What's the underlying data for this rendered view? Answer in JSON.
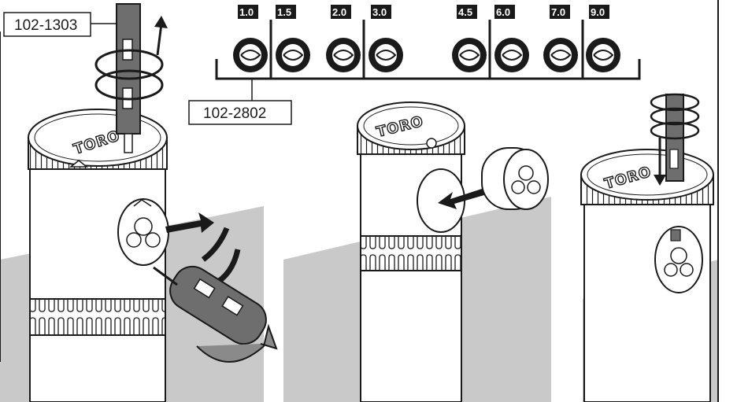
{
  "callouts": {
    "tool_part": "102-1303",
    "nozzle_part": "102-2802"
  },
  "nozzles": [
    {
      "label": "1.0"
    },
    {
      "label": "1.5"
    },
    {
      "label": "2.0"
    },
    {
      "label": "3.0"
    },
    {
      "label": "4.5"
    },
    {
      "label": "6.0"
    },
    {
      "label": "7.0"
    },
    {
      "label": "9.0"
    }
  ],
  "brand": "TORO",
  "colors": {
    "panel": "#c9c9c9",
    "tool": "#6e6e6e",
    "outline": "#1a1a1a"
  }
}
